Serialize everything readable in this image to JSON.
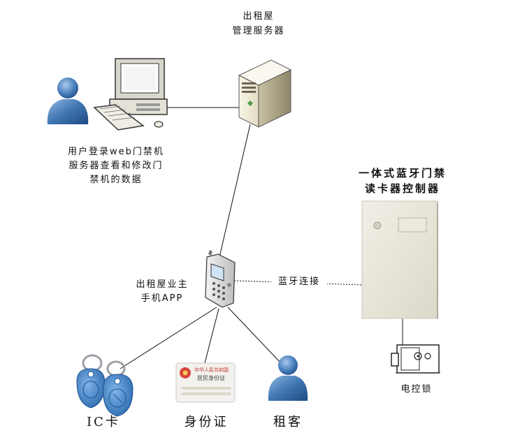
{
  "labels": {
    "server_line1": "出租屋",
    "server_line2": "管理服务器",
    "user_line1": "用户登录web门禁机",
    "user_line2": "服务器查看和修改门",
    "user_line3": "禁机的数据",
    "controller_line1": "一体式蓝牙门禁",
    "controller_line2": "读卡器控制器",
    "phone_line1": "出租屋业主",
    "phone_line2": "手机APP",
    "bluetooth": "蓝牙连接",
    "ic_card": "IC卡",
    "id_card": "身份证",
    "tenant": "租客",
    "lock": "电控锁"
  },
  "id_card_text": {
    "line1": "中华人民共和国",
    "line2": "居民身份证"
  },
  "colors": {
    "person": "#3a6ea8",
    "ic_tag": "#3b7fc4",
    "reader": "#ece9e0",
    "server": "#f2eedd"
  },
  "icons": [
    "person-icon",
    "desktop-computer-icon",
    "server-tower-icon",
    "mobile-phone-icon",
    "card-reader-icon",
    "key-fob-icon",
    "id-card-icon",
    "electric-lock-icon"
  ]
}
